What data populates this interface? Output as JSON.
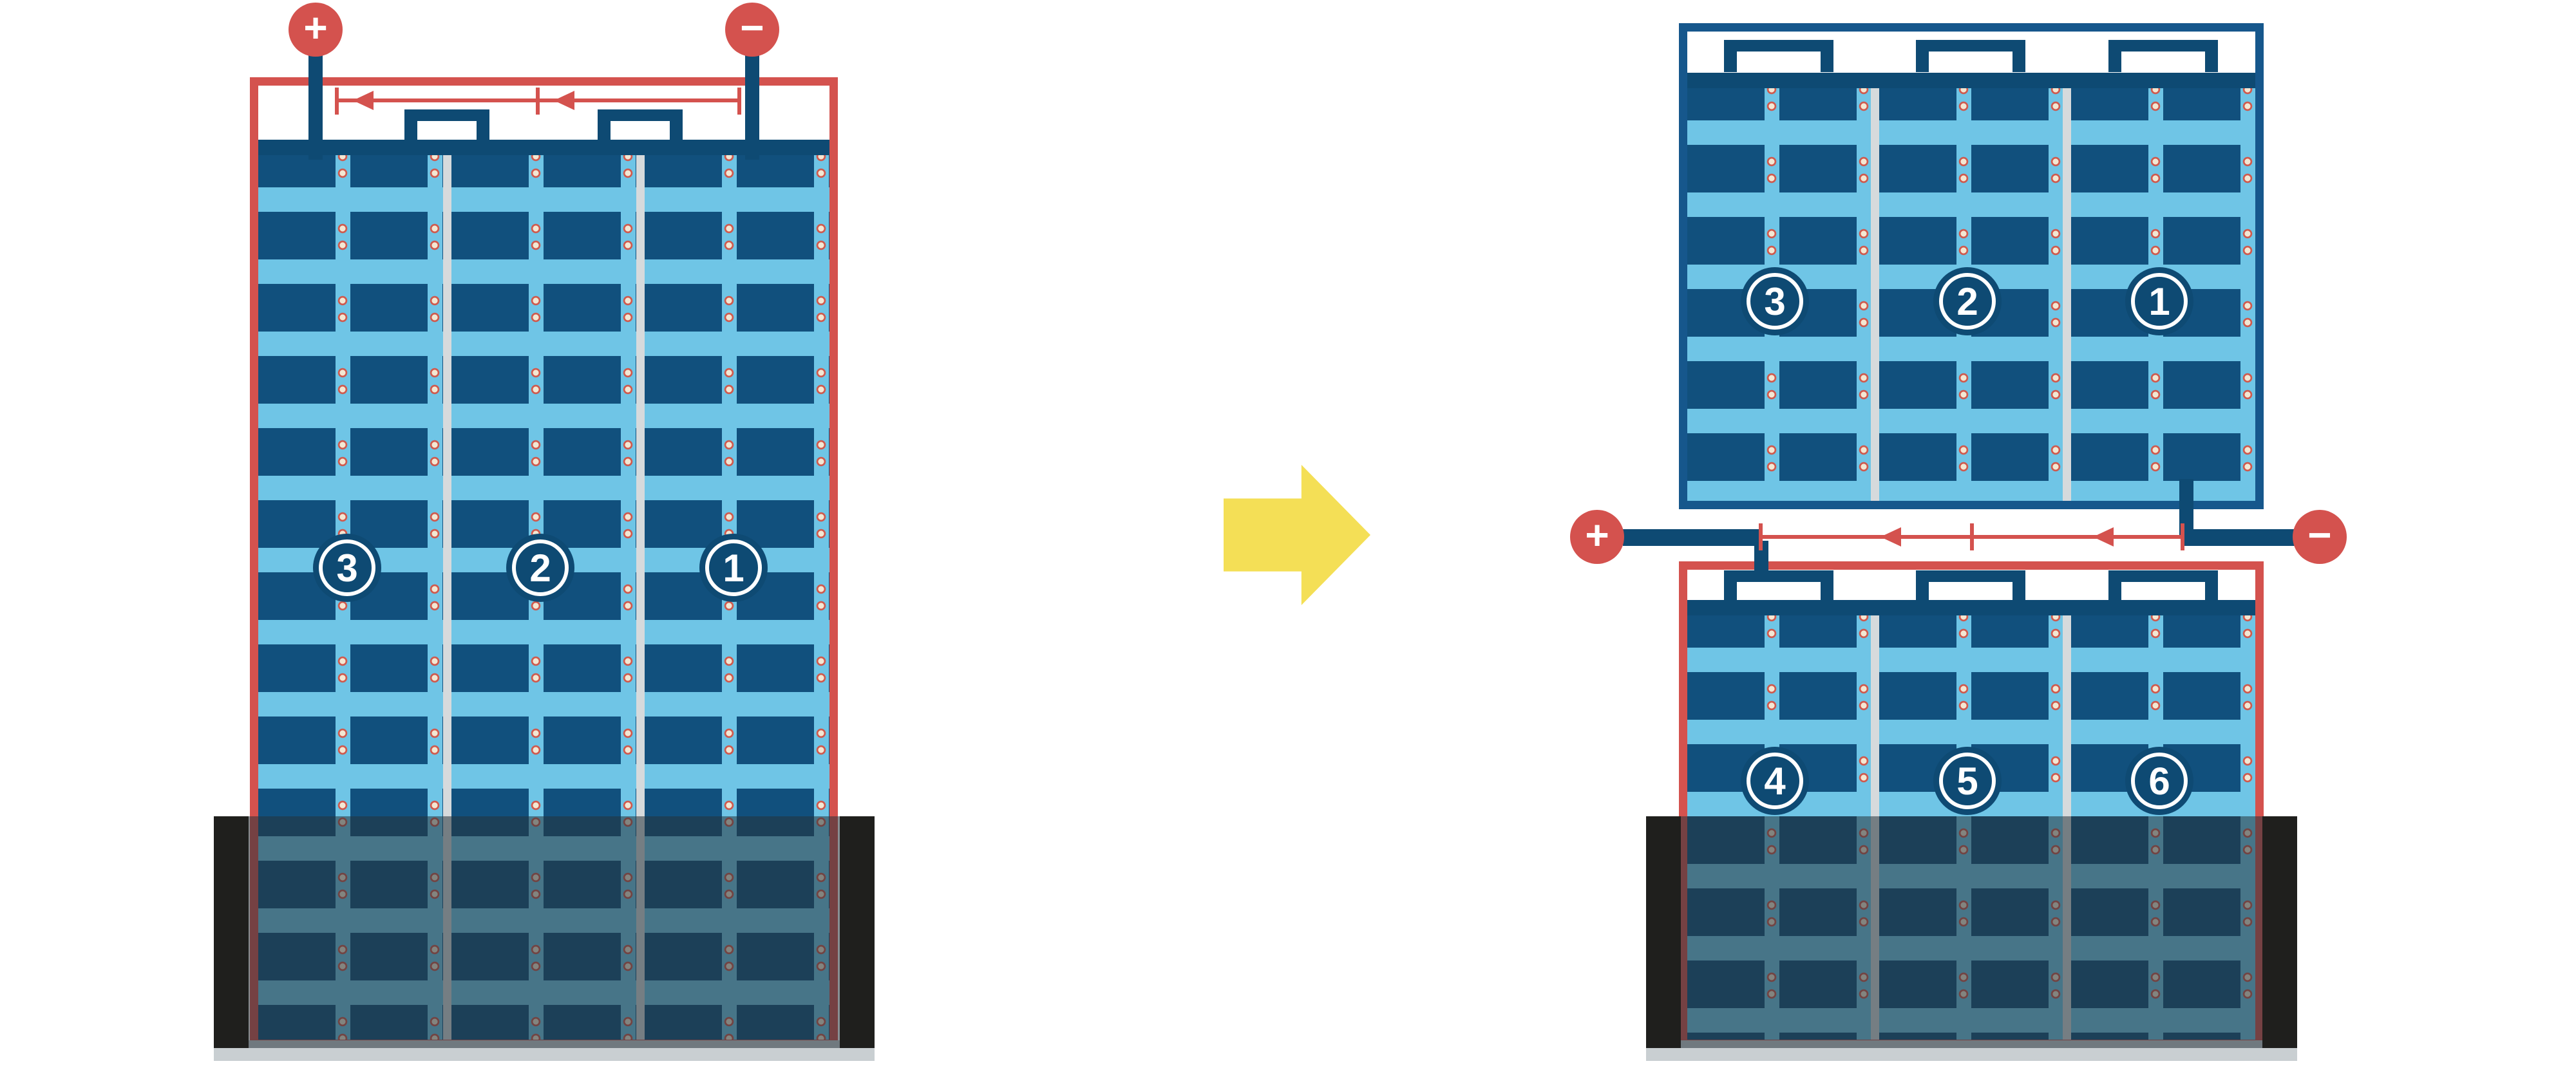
{
  "colors": {
    "red": "#d4524e",
    "navy": "#0e4a73",
    "panel_blue": "#16578c",
    "light_blue": "#6fc5e6",
    "block_navy": "#11507d",
    "dot_fill": "#f3e7d3",
    "dot_ring": "#cf5a4e",
    "overlay": "rgba(39,51,59,0.55)",
    "bar_black": "#1f1f1d",
    "divider": "#d6dadc",
    "yellow": "#f4df56",
    "lip": "#c9cfd2"
  },
  "left_assembly": {
    "positive_label": "+",
    "negative_label": "−",
    "cells": [
      {
        "number": "3"
      },
      {
        "number": "2"
      },
      {
        "number": "1"
      }
    ]
  },
  "right_assembly": {
    "positive_label": "+",
    "negative_label": "−",
    "top_panel_cells": [
      {
        "number": "3"
      },
      {
        "number": "2"
      },
      {
        "number": "1"
      }
    ],
    "bottom_panel_cells": [
      {
        "number": "4"
      },
      {
        "number": "5"
      },
      {
        "number": "6"
      }
    ]
  }
}
